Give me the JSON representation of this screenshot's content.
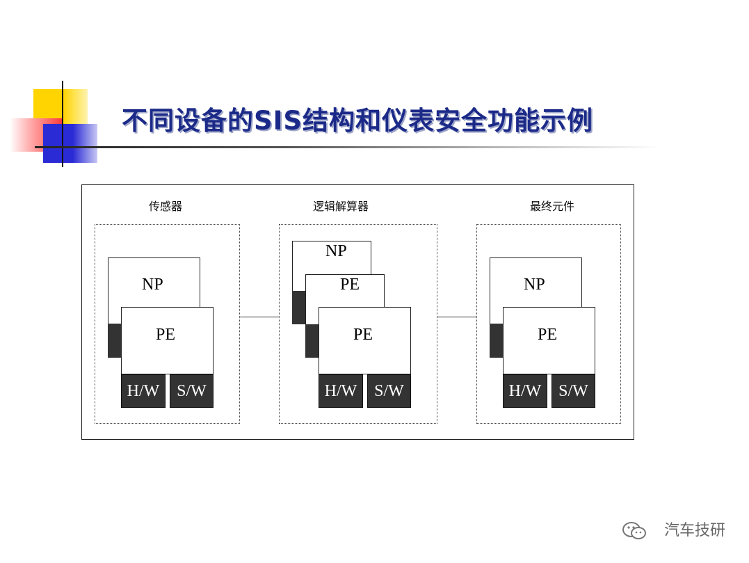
{
  "slide": {
    "title": "不同设备的SIS结构和仪表安全功能示例"
  },
  "diagram": {
    "sections": [
      {
        "label": "传感器"
      },
      {
        "label": "逻辑解算器"
      },
      {
        "label": "最终元件"
      }
    ],
    "box_labels": {
      "np": "NP",
      "pe": "PE",
      "hw": "H/W",
      "sw": "S/W"
    }
  },
  "watermark": {
    "text": "汽车技研",
    "icon": "wechat-icon"
  }
}
